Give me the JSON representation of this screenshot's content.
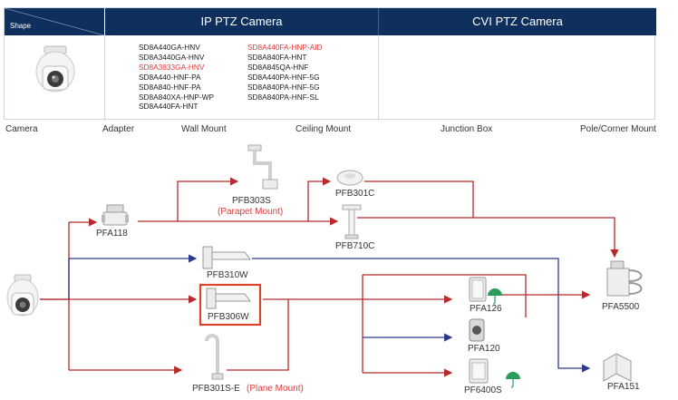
{
  "table": {
    "shape_label": "Shape",
    "ip_header": "IP PTZ Camera",
    "cvi_header": "CVI PTZ Camera",
    "models_col1": [
      {
        "text": "SD8A440GA-HNV",
        "color": "#222222"
      },
      {
        "text": "SD8A3440GA-HNV",
        "color": "#222222"
      },
      {
        "text": "SD8A3833GA-HNV",
        "color": "#e03b3b"
      },
      {
        "text": "SD8A440-HNF-PA",
        "color": "#222222"
      },
      {
        "text": "SD8A840-HNF-PA",
        "color": "#222222"
      },
      {
        "text": "SD8A840XA-HNP-WP",
        "color": "#222222"
      },
      {
        "text": "SD8A440FA-HNT",
        "color": "#222222"
      }
    ],
    "models_col2": [
      {
        "text": "SD8A440FA-HNP-AID",
        "color": "#e03b3b"
      },
      {
        "text": "SD8A840FA-HNT",
        "color": "#222222"
      },
      {
        "text": "SD8A845QA-HNF",
        "color": "#222222"
      },
      {
        "text": "SD8A440PA-HNF-5G",
        "color": "#222222"
      },
      {
        "text": "SD8A840PA-HNF-5G",
        "color": "#222222"
      },
      {
        "text": "SD8A840PA-HNF-SL",
        "color": "#222222"
      }
    ]
  },
  "categories": {
    "camera": "Camera",
    "adapter": "Adapter",
    "wall_mount": "Wall Mount",
    "ceiling_mount": "Ceiling Mount",
    "junction_box": "Junction Box",
    "pole_corner_mount": "Pole/Corner Mount"
  },
  "devices": {
    "pfb303s": "PFB303S",
    "parapet_mount": "(Parapet Mount)",
    "pfb301c": "PFB301C",
    "pfa118": "PFA118",
    "pfb710c": "PFB710C",
    "pfb310w": "PFB310W",
    "pfb306w": "PFB306W",
    "pfb301s_e": "PFB301S-E",
    "plane_mount": "(Plane Mount)",
    "pfa126": "PFA126",
    "pfa120": "PFA120",
    "pf6400s": "PF6400S",
    "pfa5500": "PFA5500",
    "pfa151": "PFA151"
  },
  "colors": {
    "header_bg": "#0f2f5c",
    "arrow_red": "#b72b2b",
    "arrow_blue": "#2c3a8c",
    "highlight": "#d9452b",
    "rain_icon": "#2a9d5b"
  },
  "icons": {
    "camera": "ptz-dome-camera-icon",
    "adapter": "adapter-icon",
    "wall": "wall-mount-bracket-icon",
    "ceiling": "ceiling-mount-icon",
    "junction": "junction-box-icon",
    "pole": "pole-mount-icon",
    "corner": "corner-mount-icon",
    "rain": "umbrella-icon"
  }
}
